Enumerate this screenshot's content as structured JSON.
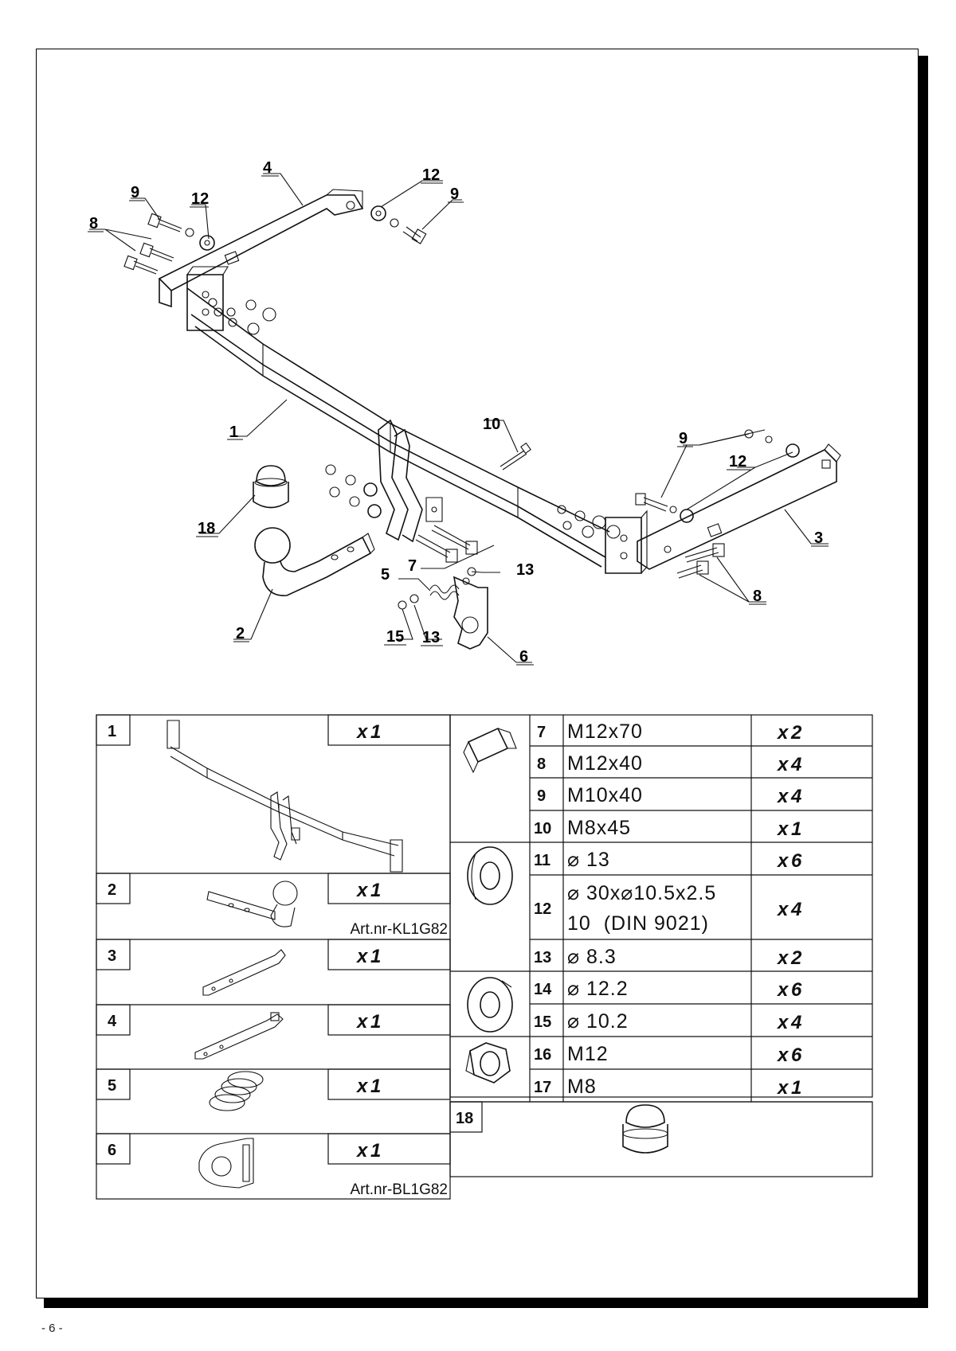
{
  "diagram": {
    "callouts": {
      "c1": "1",
      "c2": "2",
      "c3": "3",
      "c4": "4",
      "c5": "5",
      "c6": "6",
      "c7": "7",
      "c8a": "8",
      "c8b": "8",
      "c9a": "9",
      "c9b": "9",
      "c9c": "9",
      "c10": "10",
      "c12a": "12",
      "c12b": "12",
      "c12c": "12",
      "c13a": "13",
      "c13b": "13",
      "c15": "15",
      "c18": "18"
    }
  },
  "parts_left": [
    {
      "num": "1",
      "qty": "1",
      "art": ""
    },
    {
      "num": "2",
      "qty": "1",
      "art": "Art.nr-KL1G82"
    },
    {
      "num": "3",
      "qty": "1",
      "art": ""
    },
    {
      "num": "4",
      "qty": "1",
      "art": ""
    },
    {
      "num": "5",
      "qty": "1",
      "art": ""
    },
    {
      "num": "6",
      "qty": "1",
      "art": "Art.nr-BL1G82"
    }
  ],
  "qty_prefix": "x",
  "parts_right": [
    {
      "num": "7",
      "spec": "M12x70",
      "qty": "2"
    },
    {
      "num": "8",
      "spec": "M12x40",
      "qty": "4"
    },
    {
      "num": "9",
      "spec": "M10x40",
      "qty": "4"
    },
    {
      "num": "10",
      "spec": "M8x45",
      "qty": "1"
    },
    {
      "num": "11",
      "spec": "⌀ 13",
      "qty": "6"
    },
    {
      "num": "12",
      "spec": "⌀ 30x⌀10.5x2.5",
      "spec2": "10  (DIN 9021)",
      "qty": "4"
    },
    {
      "num": "13",
      "spec": "⌀ 8.3",
      "qty": "2"
    },
    {
      "num": "14",
      "spec": "⌀ 12.2",
      "qty": "6"
    },
    {
      "num": "15",
      "spec": "⌀ 10.2",
      "qty": "4"
    },
    {
      "num": "16",
      "spec": "M12",
      "qty": "6"
    },
    {
      "num": "17",
      "spec": "M8",
      "qty": "1"
    }
  ],
  "part18": {
    "num": "18"
  },
  "page_number": "- 6 -",
  "icons": [
    "bolt-icon",
    "washer-icon",
    "spring-washer-icon",
    "hex-nut-icon",
    "cap-icon",
    "tow-ball-icon",
    "crossbar-icon",
    "side-bracket-icon",
    "spring-icon",
    "socket-plate-icon"
  ]
}
